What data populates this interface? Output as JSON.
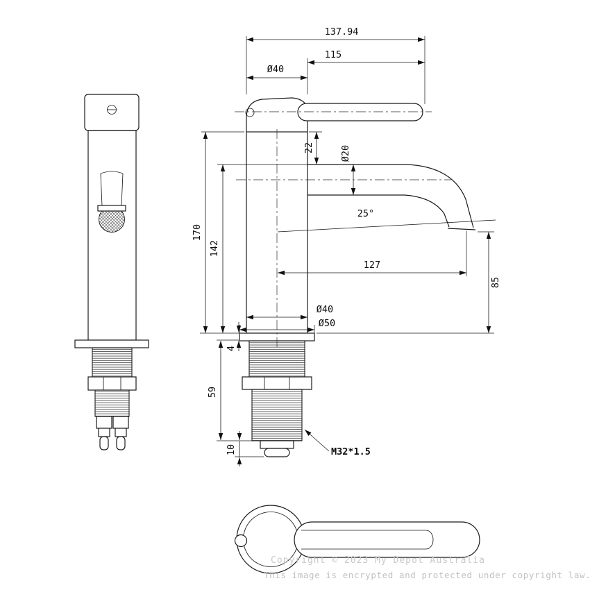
{
  "drawing": {
    "line_color": "#1a1a1a",
    "dimensions": {
      "overall_projection": "137.94",
      "handle_length": "115",
      "top_diameter": "Ø40",
      "spout_top_offset": "22",
      "spout_diameter": "Ø20",
      "body_height": "170",
      "spout_height": "142",
      "spout_angle": "25°",
      "spout_reach": "127",
      "outlet_height": "85",
      "body_diameter": "Ø40",
      "base_diameter": "Ø50",
      "base_plate_thickness": "4",
      "shank_length": "59",
      "tail_length": "10",
      "thread_spec": "M32*1.5"
    }
  },
  "watermark": {
    "line1": "Copyright © 2023 My Depot Australia",
    "line2": "This image is encrypted and protected under copyright law."
  }
}
